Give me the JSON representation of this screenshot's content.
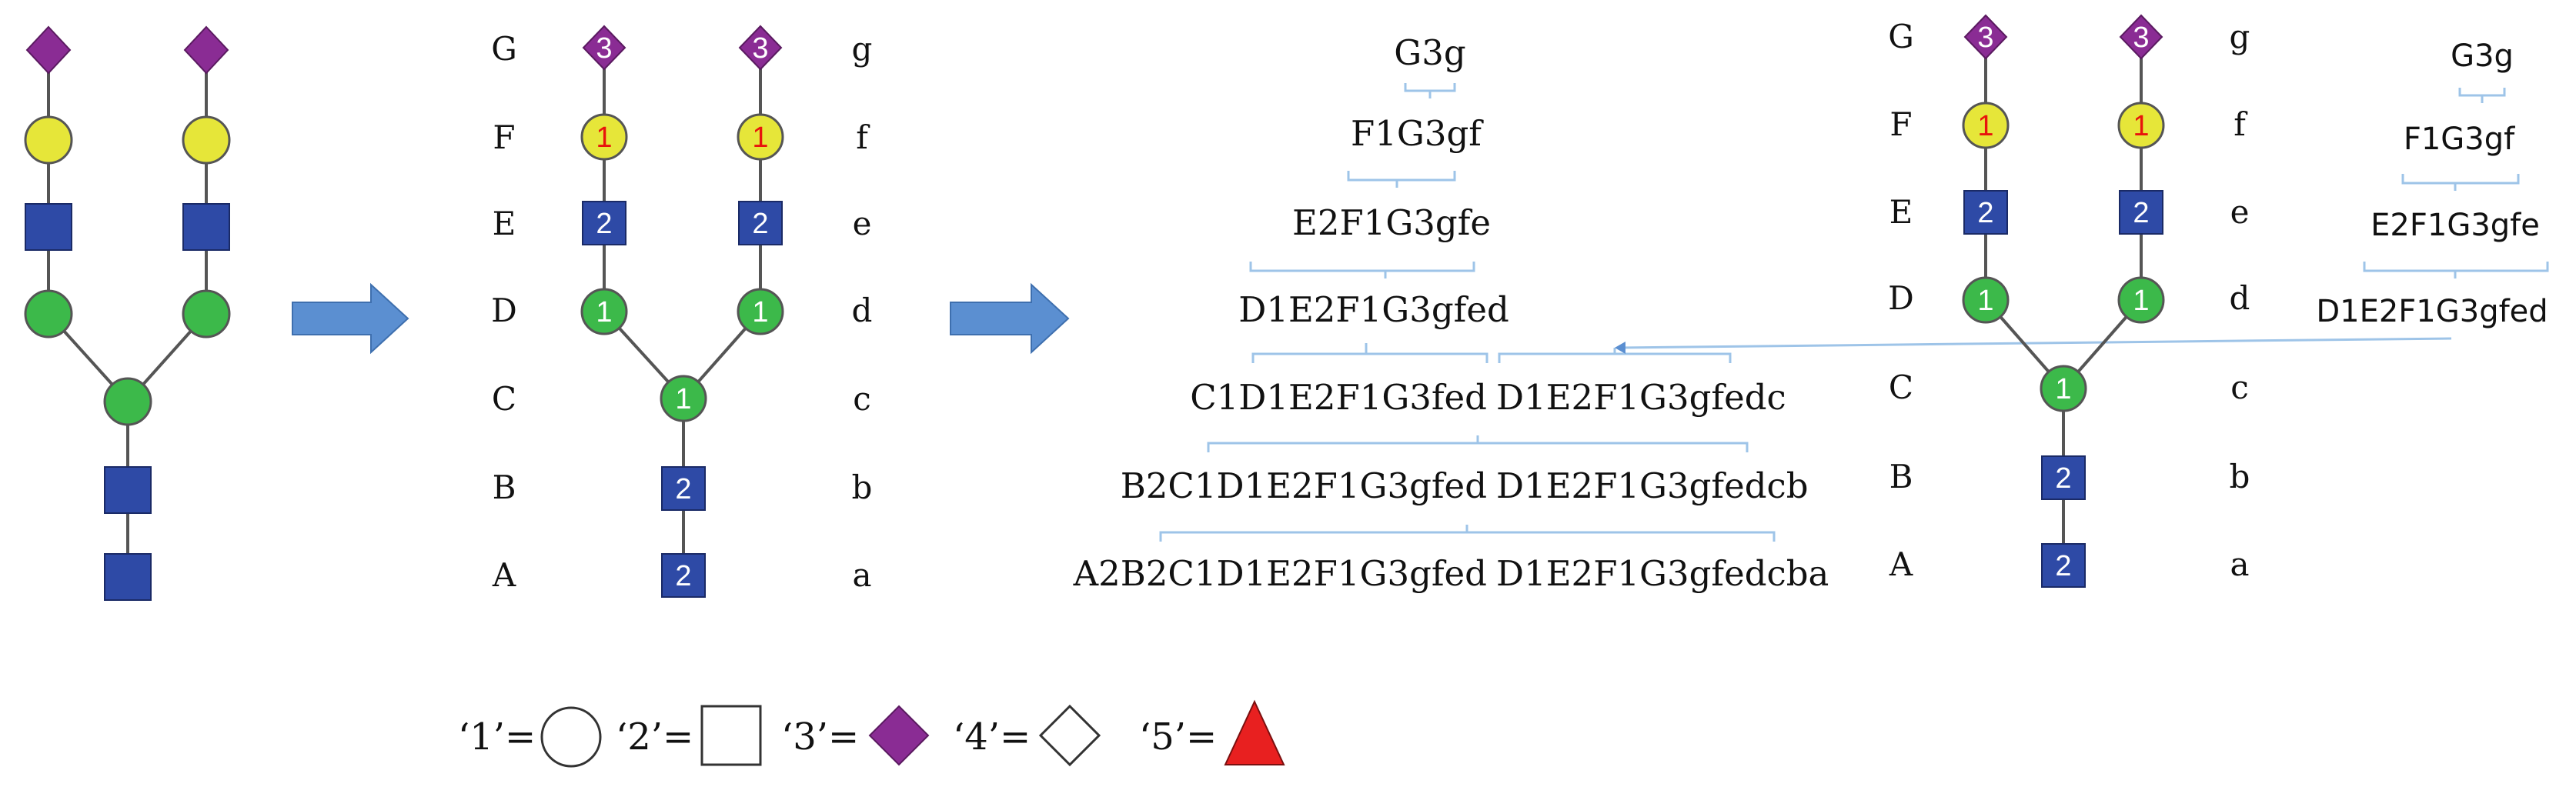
{
  "colors": {
    "green": "#3cb94a",
    "yellow": "#e6e639",
    "blue": "#2e4aa6",
    "purple": "#8a2c94",
    "red_triangle": "#e82020",
    "arrow": "#5b8fd1",
    "bracket": "#9ec4e8",
    "edge": "#555555",
    "num_red": "#e8140c",
    "num_white": "#ffffff"
  },
  "icons": {
    "circle": "circle-node-icon",
    "square": "square-node-icon",
    "diamond": "diamond-node-icon",
    "triangle": "triangle-node-icon"
  },
  "levels": {
    "left": [
      "G",
      "F",
      "E",
      "D",
      "C",
      "B",
      "A"
    ],
    "right": [
      "g",
      "f",
      "e",
      "d",
      "c",
      "b",
      "a"
    ]
  },
  "node_numbers": {
    "diamond": "3",
    "circle_yellow": "1",
    "square_blue": "2",
    "circle_green": "1"
  },
  "codes": {
    "g3g": "G3g",
    "f1g3gf": "F1G3gf",
    "e2f1g3gfe": "E2F1G3gfe",
    "d1e2f1g3gfed": "D1E2F1G3gfed",
    "c_left": "C1D1E2F1G3fed",
    "c_right": "D1E2F1G3gfedc",
    "b_left": "B2C1D1E2F1G3gfed",
    "b_right": "D1E2F1G3gfedcb",
    "a_left": "A2B2C1D1E2F1G3gfed",
    "a_right": "D1E2F1G3gfedcba"
  },
  "legend": [
    {
      "label": "‘1’=",
      "shape": "circle"
    },
    {
      "label": "‘2’=",
      "shape": "square"
    },
    {
      "label": "‘3’=",
      "shape": "diamond"
    },
    {
      "label": "‘4’=",
      "shape": "diamond-outline"
    },
    {
      "label": "‘5’=",
      "shape": "triangle"
    }
  ]
}
